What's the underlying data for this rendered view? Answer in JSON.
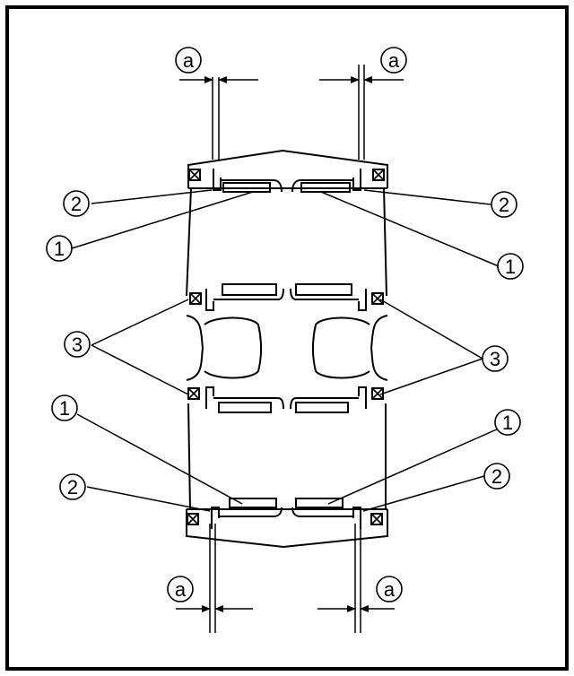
{
  "diagram": {
    "callout_labels": {
      "part_1": "1",
      "part_2": "2",
      "part_3": "3",
      "clearance_a": "a"
    }
  }
}
